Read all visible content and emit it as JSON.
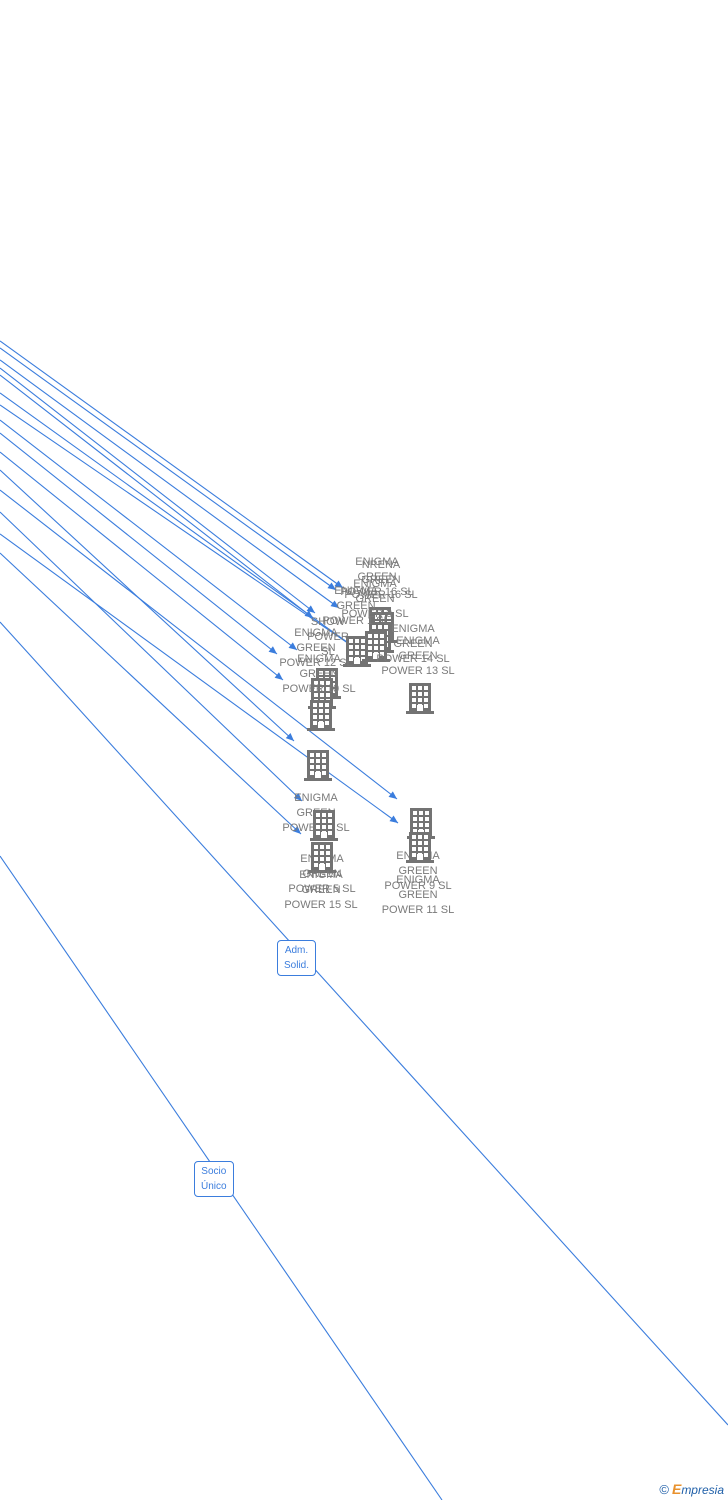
{
  "companies": [
    {
      "id": "c1",
      "label_lines": [
        "ENIGMA",
        "GREEN",
        "POWER 16  SL"
      ]
    },
    {
      "id": "c2",
      "label_lines": [
        "NRENA",
        "GREEN",
        "POWER 16  SL"
      ]
    },
    {
      "id": "c3",
      "label_lines": [
        "ENIGMA",
        "GREEN",
        "POWER 1  SL"
      ]
    },
    {
      "id": "c4",
      "label_lines": [
        "ENIGMA",
        "GREEN",
        "POWER 3  SL"
      ]
    },
    {
      "id": "c5",
      "label_lines": [
        "SHOW",
        "POWER",
        "SL"
      ]
    },
    {
      "id": "c6",
      "label_lines": [
        "ENIGMA",
        "GREEN",
        "POWER 14  SL"
      ]
    },
    {
      "id": "c7",
      "label_lines": [
        "ENIGMA",
        "GREEN",
        "POWER 13  SL"
      ]
    },
    {
      "id": "c8",
      "label_lines": [
        "ENIGMA",
        "GREEN",
        "POWER 12  SL"
      ]
    },
    {
      "id": "c9",
      "label_lines": [
        "ENIGMA",
        "GREEN",
        "POWER 10  SL"
      ]
    },
    {
      "id": "c10",
      "label_lines": [
        "ENIGMA",
        "GREEN",
        "POWER 8  SL"
      ]
    },
    {
      "id": "c11",
      "label_lines": [
        "ENIGMA",
        "GREEN",
        "POWER 5  SL"
      ]
    },
    {
      "id": "c12",
      "label_lines": [
        "ENIGMA",
        "GREEN",
        "POWER 15  SL"
      ]
    },
    {
      "id": "c13",
      "label_lines": [
        "ENIGMA",
        "GREEN",
        "POWER 9  SL"
      ]
    },
    {
      "id": "c14",
      "label_lines": [
        "ENIGMA",
        "GREEN",
        "POWER 11  SL"
      ]
    }
  ],
  "relations": [
    {
      "id": "r1",
      "lines": [
        "Adm.",
        "Solid."
      ]
    },
    {
      "id": "r2",
      "lines": [
        "Socio",
        "Único"
      ]
    }
  ],
  "footer": {
    "copyright": "©",
    "brand_first": "E",
    "brand_rest": "mpresia"
  },
  "colors": {
    "edge": "#3b7ddd",
    "node_icon": "#737373",
    "label": "#7a7a7a"
  }
}
